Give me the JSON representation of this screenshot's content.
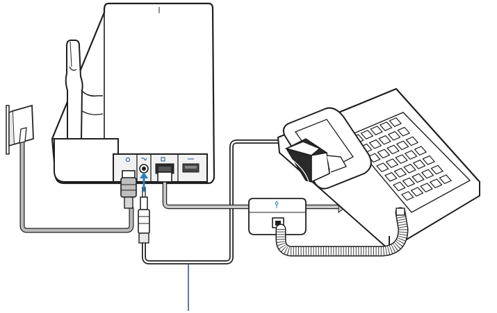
{
  "diagram": {
    "colors": {
      "line": "#1e1e1e",
      "grey_cable": "#b9b9b9",
      "body": "#ffffff",
      "shadow": "#e4e4e4",
      "port_panel": "#f4f4f4",
      "accent_blue": "#2b7fc1",
      "callout": "#1f4f8c"
    },
    "parts": [
      "power-adapter",
      "base-station",
      "headset-cradle",
      "connection-panel",
      "telephone-interface-cable",
      "handset-lifter",
      "desk-phone",
      "coiled-handset-cord",
      "telephone-cable-splitter"
    ],
    "icons": {
      "power": "power-port-icon",
      "accessory": "accessory-jack-icon",
      "telephone": "telephone-port-icon",
      "computer": "usb-port-icon"
    }
  }
}
